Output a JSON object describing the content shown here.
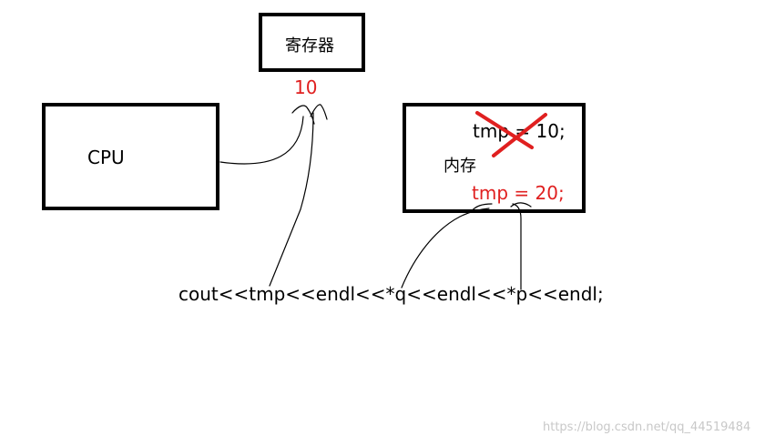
{
  "register": {
    "label": "寄存器",
    "value": "10"
  },
  "cpu": {
    "label": "CPU"
  },
  "memory": {
    "label": "内存",
    "old_statement": "tmp = 10;",
    "new_statement": "tmp = 20;"
  },
  "code_line": "cout<<tmp<<endl<<*q<<endl<<*p<<endl;",
  "watermark": "https://blog.csdn.net/qq_44519484",
  "colors": {
    "highlight": "#e02020",
    "line": "#000000"
  }
}
